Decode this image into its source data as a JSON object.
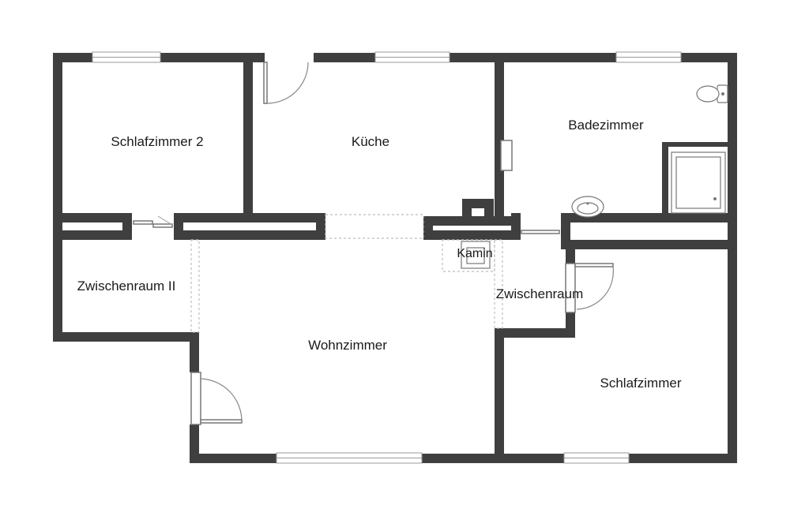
{
  "rooms": {
    "schlafzimmer2": "Schlafzimmer 2",
    "kueche": "Küche",
    "badezimmer": "Badezimmer",
    "zwischenraum2": "Zwischenraum II",
    "kamin": "Kamin",
    "zwischenraum": "Zwischenraum",
    "wohnzimmer": "Wohnzimmer",
    "schlafzimmer": "Schlafzimmer"
  },
  "colors": {
    "wall": "#3f3f3f",
    "background": "#ffffff",
    "window_frame": "#9a9a9a"
  }
}
